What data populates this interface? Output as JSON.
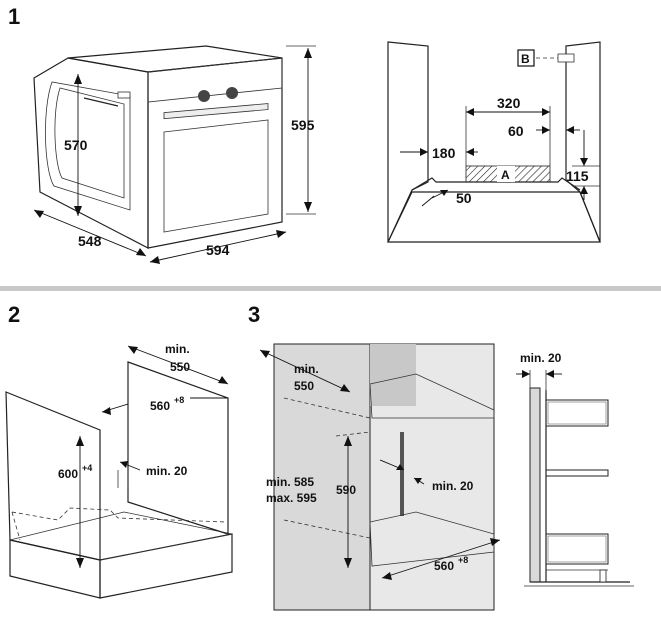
{
  "figures": {
    "fig1": {
      "number": "1",
      "dims": {
        "height": "595",
        "depth_inner": "570",
        "depth": "548",
        "width": "594"
      }
    },
    "fig1b": {
      "marker_a": "A",
      "marker_b": "B",
      "dims": {
        "d320": "320",
        "d60": "60",
        "d180": "180",
        "d115": "115",
        "d50": "50"
      }
    },
    "fig2": {
      "number": "2",
      "dims": {
        "min_label": "min.",
        "min_value": "550",
        "width": "560",
        "width_tol": "+8",
        "height": "600",
        "height_tol": "+4",
        "gap": "min. 20"
      }
    },
    "fig3": {
      "number": "3",
      "dims": {
        "min_label": "min.",
        "min_value": "550",
        "range_min": "min. 585",
        "range_max": "max. 595",
        "height": "590",
        "gap": "min. 20",
        "width": "560",
        "width_tol": "+8",
        "side_gap": "min. 20"
      }
    }
  },
  "colors": {
    "panel_gray": "#d9d9d9",
    "divider_gray": "#c8c8c8",
    "line": "#222222"
  }
}
